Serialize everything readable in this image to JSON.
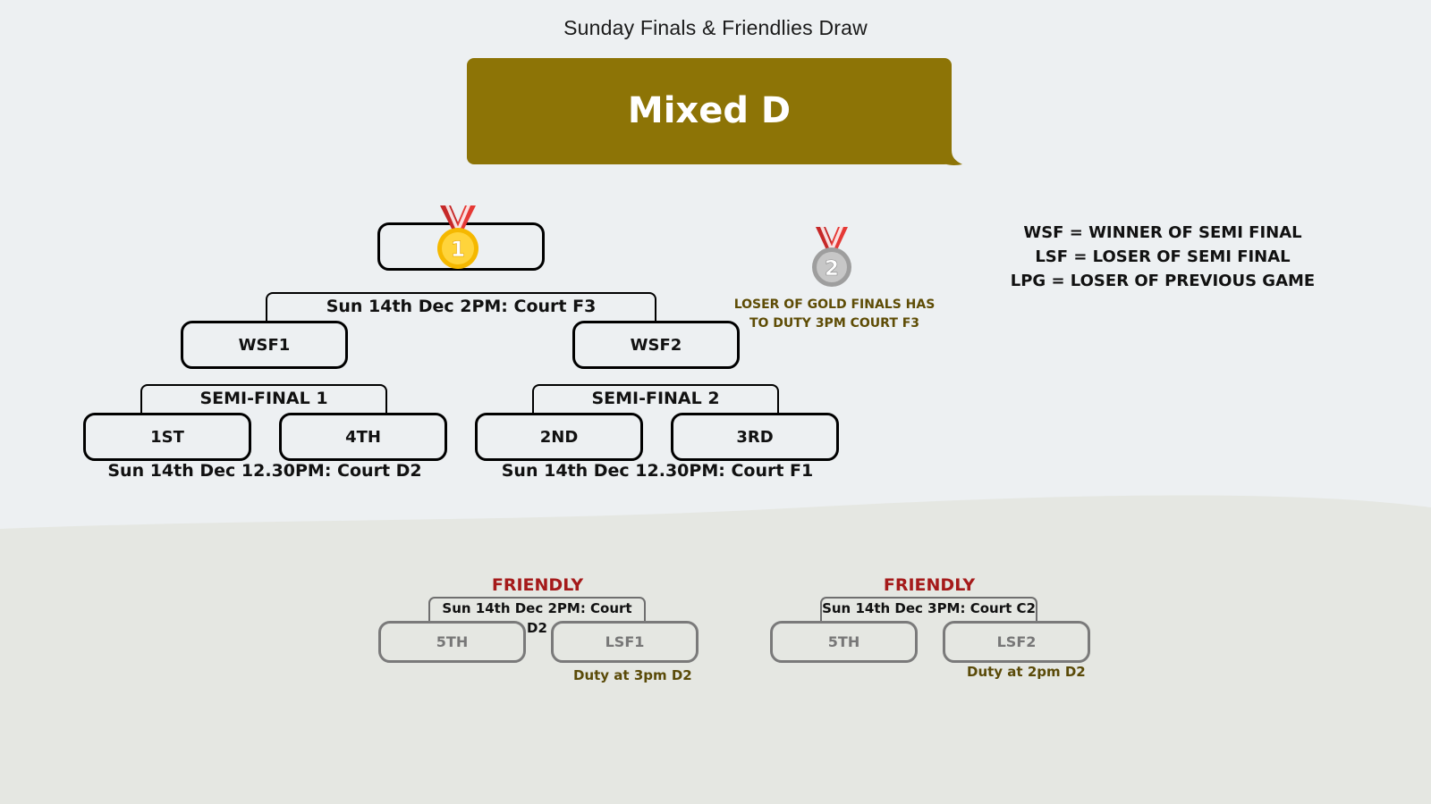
{
  "header": {
    "title": "Sunday Finals & Friendlies Draw"
  },
  "banner": {
    "title": "Mixed D",
    "color": "#8d7406"
  },
  "final": {
    "schedule": "Sun 14th Dec 2PM: Court F3",
    "teams": [
      "WSF1",
      "WSF2"
    ]
  },
  "semis": [
    {
      "label": "SEMI-FINAL 1",
      "teams": [
        "1ST",
        "4TH"
      ],
      "schedule": "Sun 14th Dec 12.30PM: Court D2"
    },
    {
      "label": "SEMI-FINAL 2",
      "teams": [
        "2ND",
        "3RD"
      ],
      "schedule": "Sun 14th Dec 12.30PM: Court F1"
    }
  ],
  "medals": {
    "gold_number": "1",
    "silver_number": "2"
  },
  "silver_note": [
    "LOSER OF GOLD FINALS HAS",
    "TO DUTY 3PM COURT F3"
  ],
  "legend": [
    "WSF = WINNER OF SEMI FINAL",
    "LSF = LOSER OF SEMI FINAL",
    "LPG = LOSER OF PREVIOUS GAME"
  ],
  "friendlies": [
    {
      "label": "FRIENDLY",
      "schedule": "Sun 14th Dec 2PM: Court D2",
      "teams": [
        "5TH",
        "LSF1"
      ],
      "duty": "Duty at 3pm D2"
    },
    {
      "label": "FRIENDLY",
      "schedule": "Sun 14th Dec 3PM: Court C2",
      "teams": [
        "5TH",
        "LSF2"
      ],
      "duty": "Duty at 2pm D2"
    }
  ],
  "colors": {
    "friendly": "#a51a1a",
    "note": "#5e4c05",
    "background": "#edf0f2",
    "wave": "#e5e7e2"
  }
}
